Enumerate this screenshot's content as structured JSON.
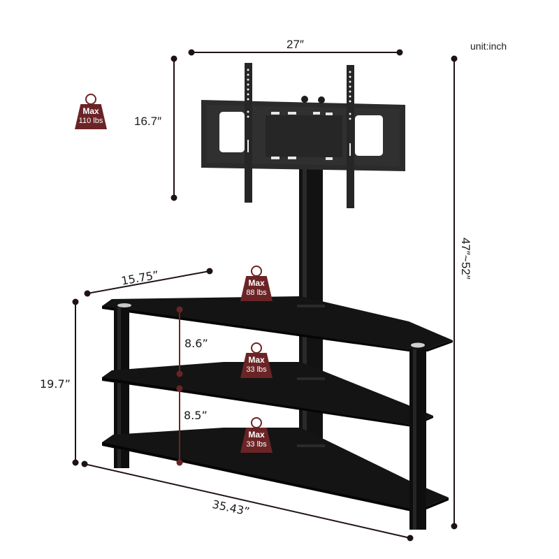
{
  "unit_label": "unit:inch",
  "colors": {
    "dimension_line": "#1e1214",
    "inner_dimension_line": "#6b2426",
    "weight_badge": "#6b2426",
    "stand_black": "#141414",
    "background": "#ffffff"
  },
  "dimensions": {
    "mount_width": "27″",
    "mount_height": "16.7″",
    "total_height": "47″~52″",
    "shelf_depth": "15.75”",
    "shelf_height_total": "19.7”",
    "upper_gap": "8.6”",
    "lower_gap": "8.5”",
    "stand_width": "35.43”"
  },
  "weight_limits": [
    {
      "id": "tv-mount",
      "title": "Max",
      "value": "110 lbs"
    },
    {
      "id": "top-shelf",
      "title": "Max",
      "value": "88 lbs"
    },
    {
      "id": "middle-shelf",
      "title": "Max",
      "value": "33 lbs"
    },
    {
      "id": "bottom-shelf",
      "title": "Max",
      "value": "33 lbs"
    }
  ]
}
